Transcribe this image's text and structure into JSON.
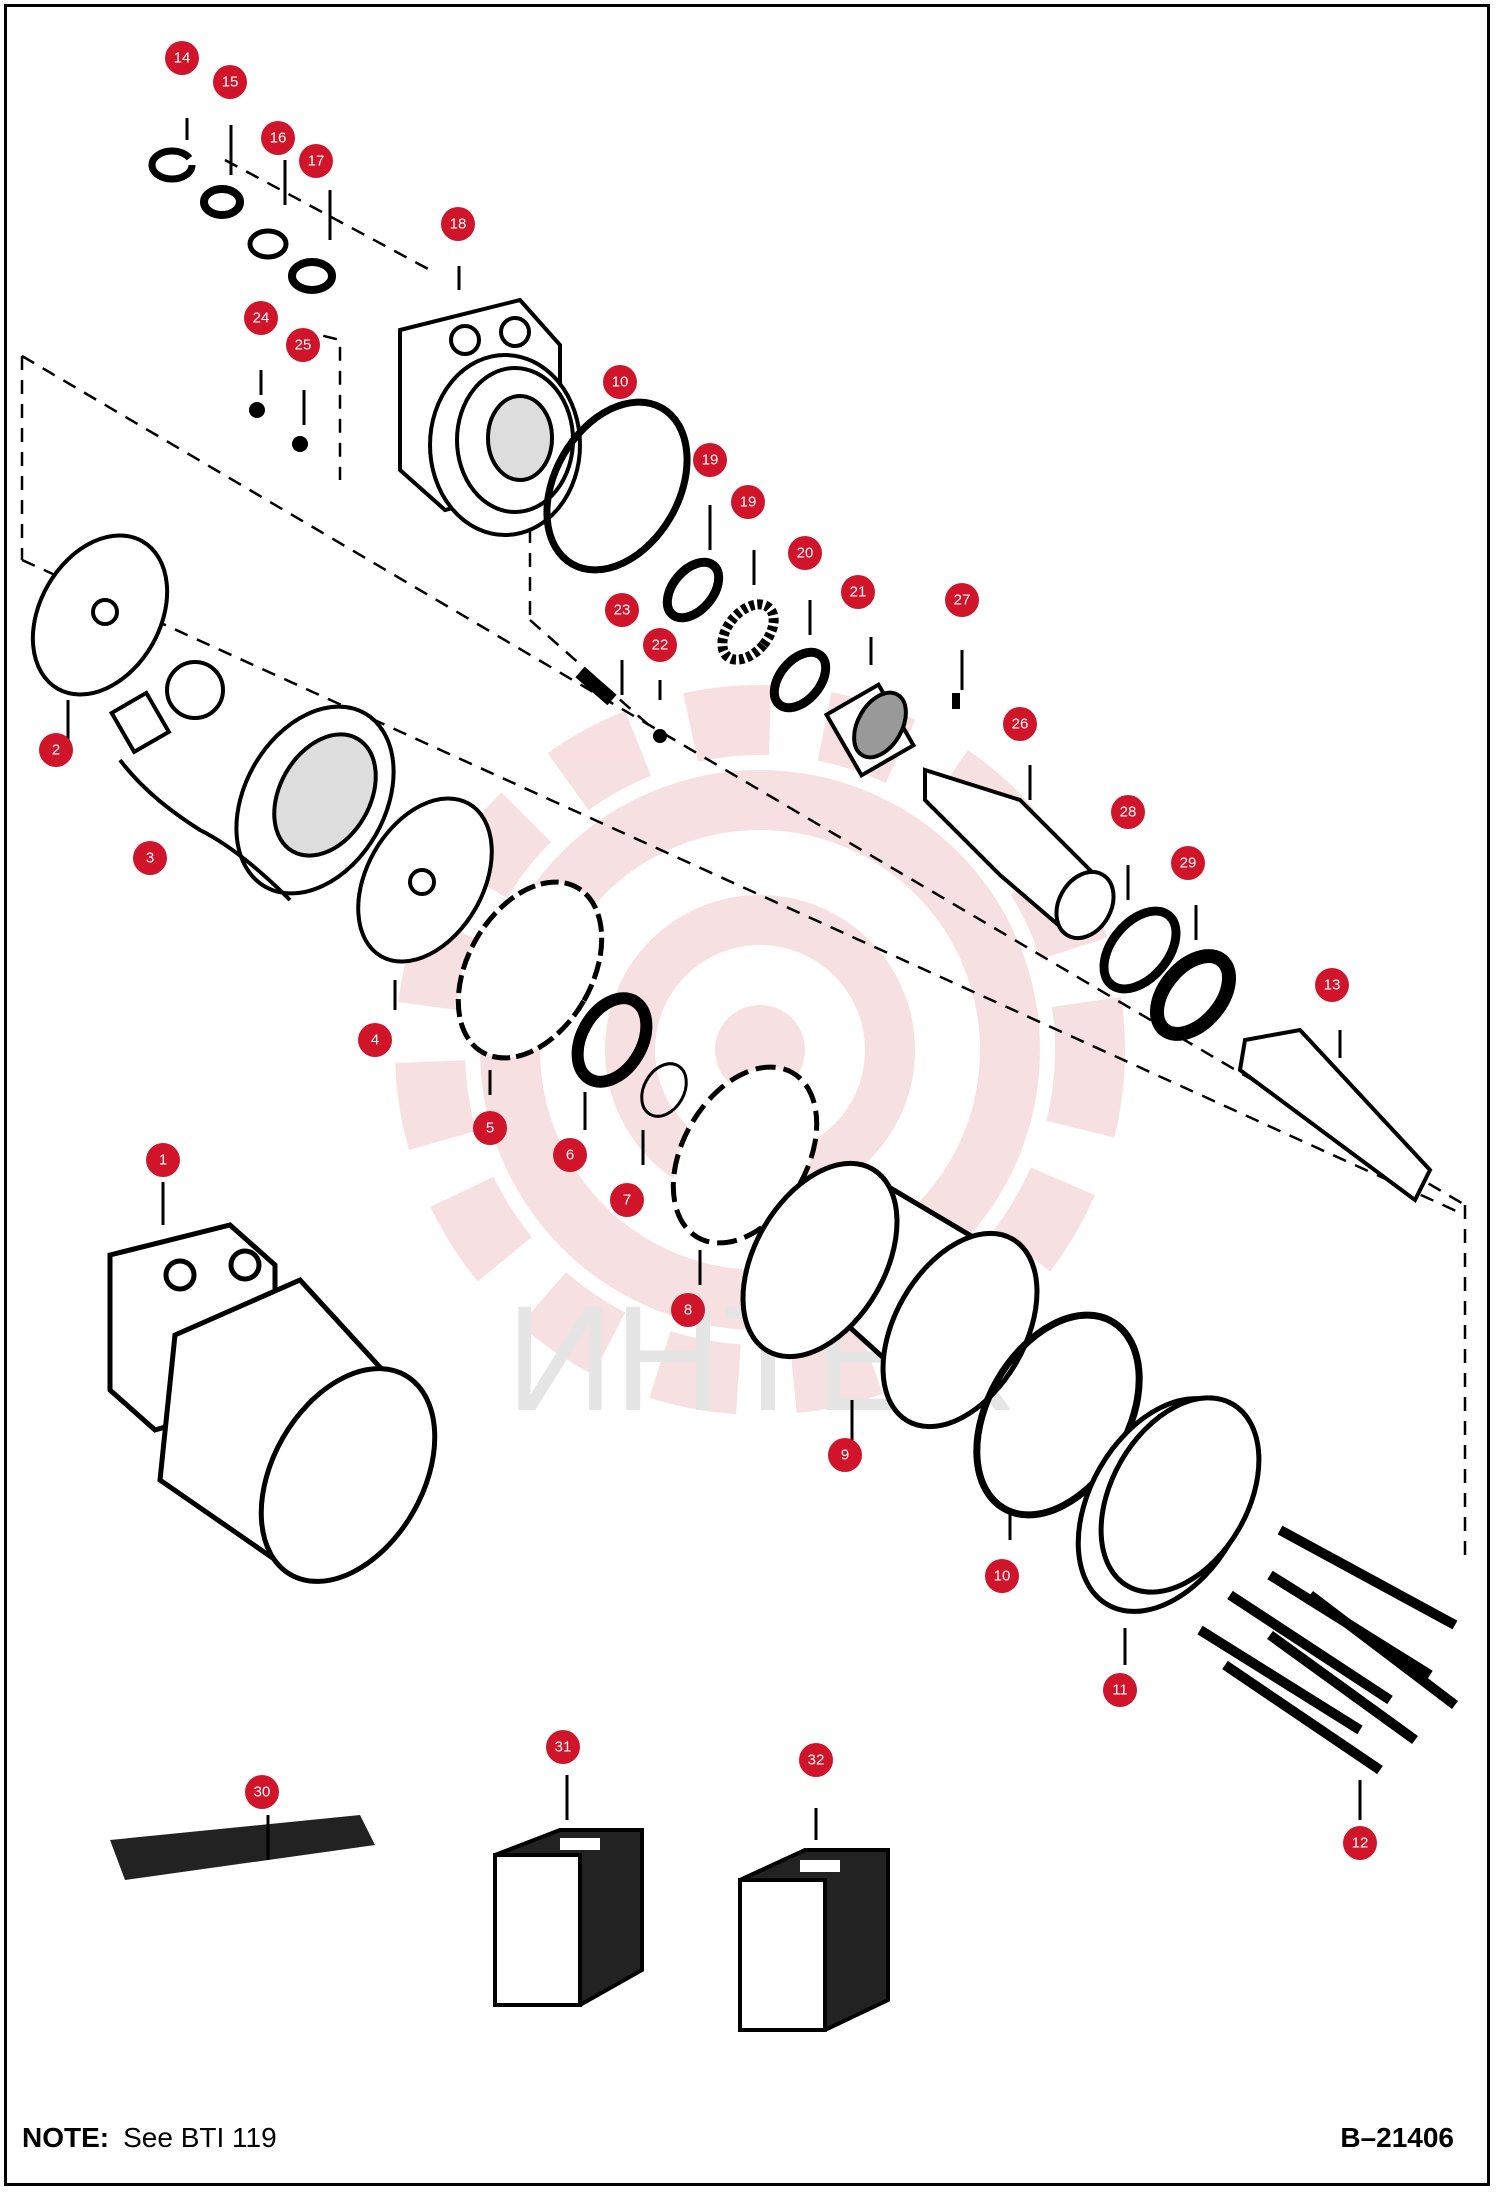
{
  "watermark": {
    "text": "ИНТЕХ",
    "color": "#e8a0a4"
  },
  "callout_color": "#d0152a",
  "callouts": [
    {
      "id": "1"
    },
    {
      "id": "2"
    },
    {
      "id": "3"
    },
    {
      "id": "4"
    },
    {
      "id": "5"
    },
    {
      "id": "6"
    },
    {
      "id": "7"
    },
    {
      "id": "8"
    },
    {
      "id": "9"
    },
    {
      "id": "10"
    },
    {
      "id": "10"
    },
    {
      "id": "11"
    },
    {
      "id": "12"
    },
    {
      "id": "13"
    },
    {
      "id": "14"
    },
    {
      "id": "15"
    },
    {
      "id": "16"
    },
    {
      "id": "17"
    },
    {
      "id": "18"
    },
    {
      "id": "19"
    },
    {
      "id": "19"
    },
    {
      "id": "20"
    },
    {
      "id": "21"
    },
    {
      "id": "22"
    },
    {
      "id": "23"
    },
    {
      "id": "24"
    },
    {
      "id": "25"
    },
    {
      "id": "26"
    },
    {
      "id": "27"
    },
    {
      "id": "28"
    },
    {
      "id": "29"
    },
    {
      "id": "30"
    },
    {
      "id": "31"
    },
    {
      "id": "32"
    }
  ],
  "footer": {
    "note_label": "NOTE:",
    "note_text": "See BTI 119",
    "document_id": "B–21406"
  }
}
